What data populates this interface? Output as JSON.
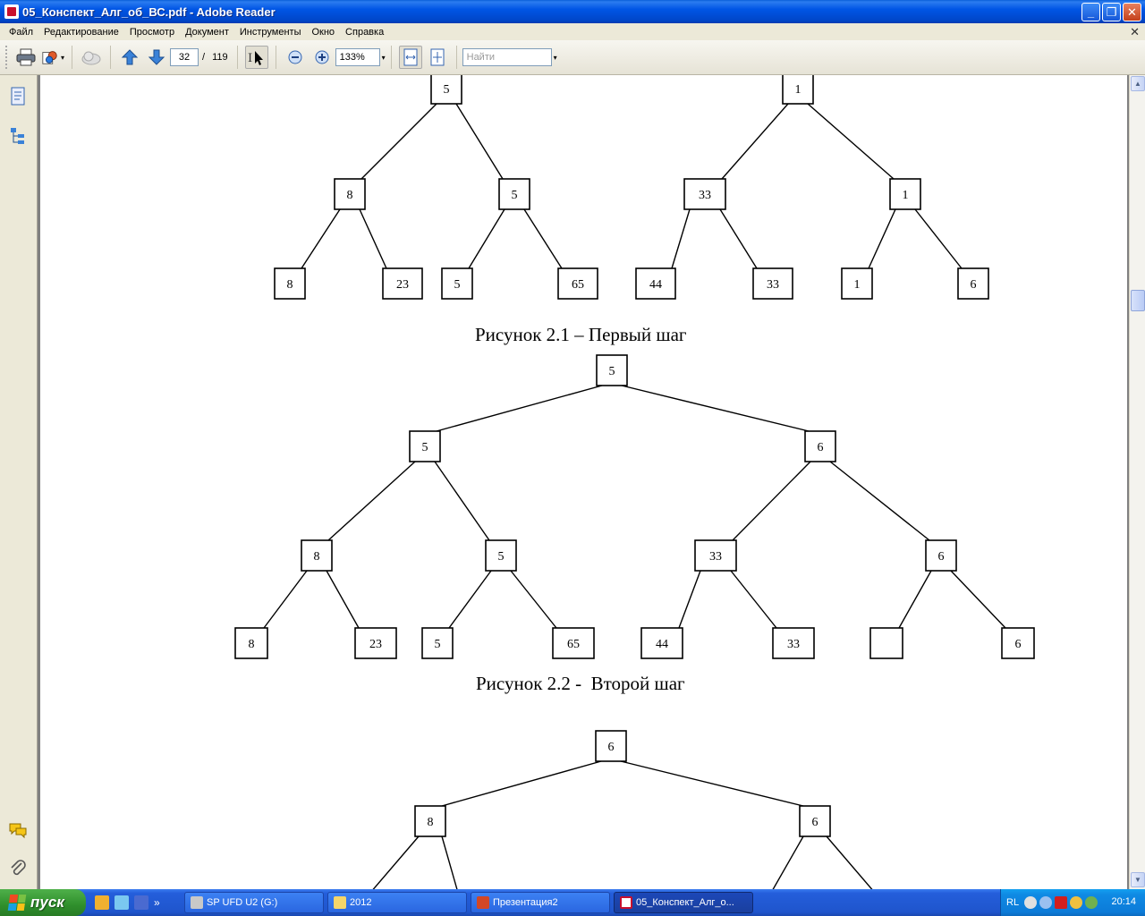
{
  "window": {
    "title": "05_Конспект_Алг_об_ВС.pdf - Adobe Reader",
    "minimize": "_",
    "maximize": "❐",
    "close": "✕"
  },
  "menu": {
    "items": [
      "Файл",
      "Редактирование",
      "Просмотр",
      "Документ",
      "Инструменты",
      "Окно",
      "Справка"
    ],
    "close_doc": "✕"
  },
  "toolbar": {
    "page_current": "32",
    "page_separator": "/",
    "page_total": "119",
    "zoom": "133%",
    "find_placeholder": "Найти"
  },
  "figures": {
    "fig1": {
      "caption": "Рисунок 2.1 – Первый шаг",
      "nodes": [
        "5",
        "8",
        "5",
        "8",
        "23",
        "5",
        "65",
        "1",
        "33",
        "1",
        "44",
        "33",
        "1",
        "6"
      ]
    },
    "fig2": {
      "caption": "Рисунок 2.2 -  Второй шаг",
      "nodes": [
        "5",
        "5",
        "6",
        "8",
        "5",
        "33",
        "6",
        "8",
        "23",
        "5",
        "65",
        "44",
        "33",
        "",
        "6"
      ]
    },
    "fig3": {
      "nodes": [
        "6",
        "8",
        "6"
      ]
    }
  },
  "taskbar": {
    "start": "пуск",
    "quick_overflow": "»",
    "tasks": [
      {
        "label": "SP UFD U2 (G:)",
        "active": false
      },
      {
        "label": "2012",
        "active": false
      },
      {
        "label": "Презентация2",
        "active": false
      },
      {
        "label": "05_Конспект_Алг_о...",
        "active": true
      }
    ],
    "lang": "RL",
    "clock": "20:14"
  }
}
